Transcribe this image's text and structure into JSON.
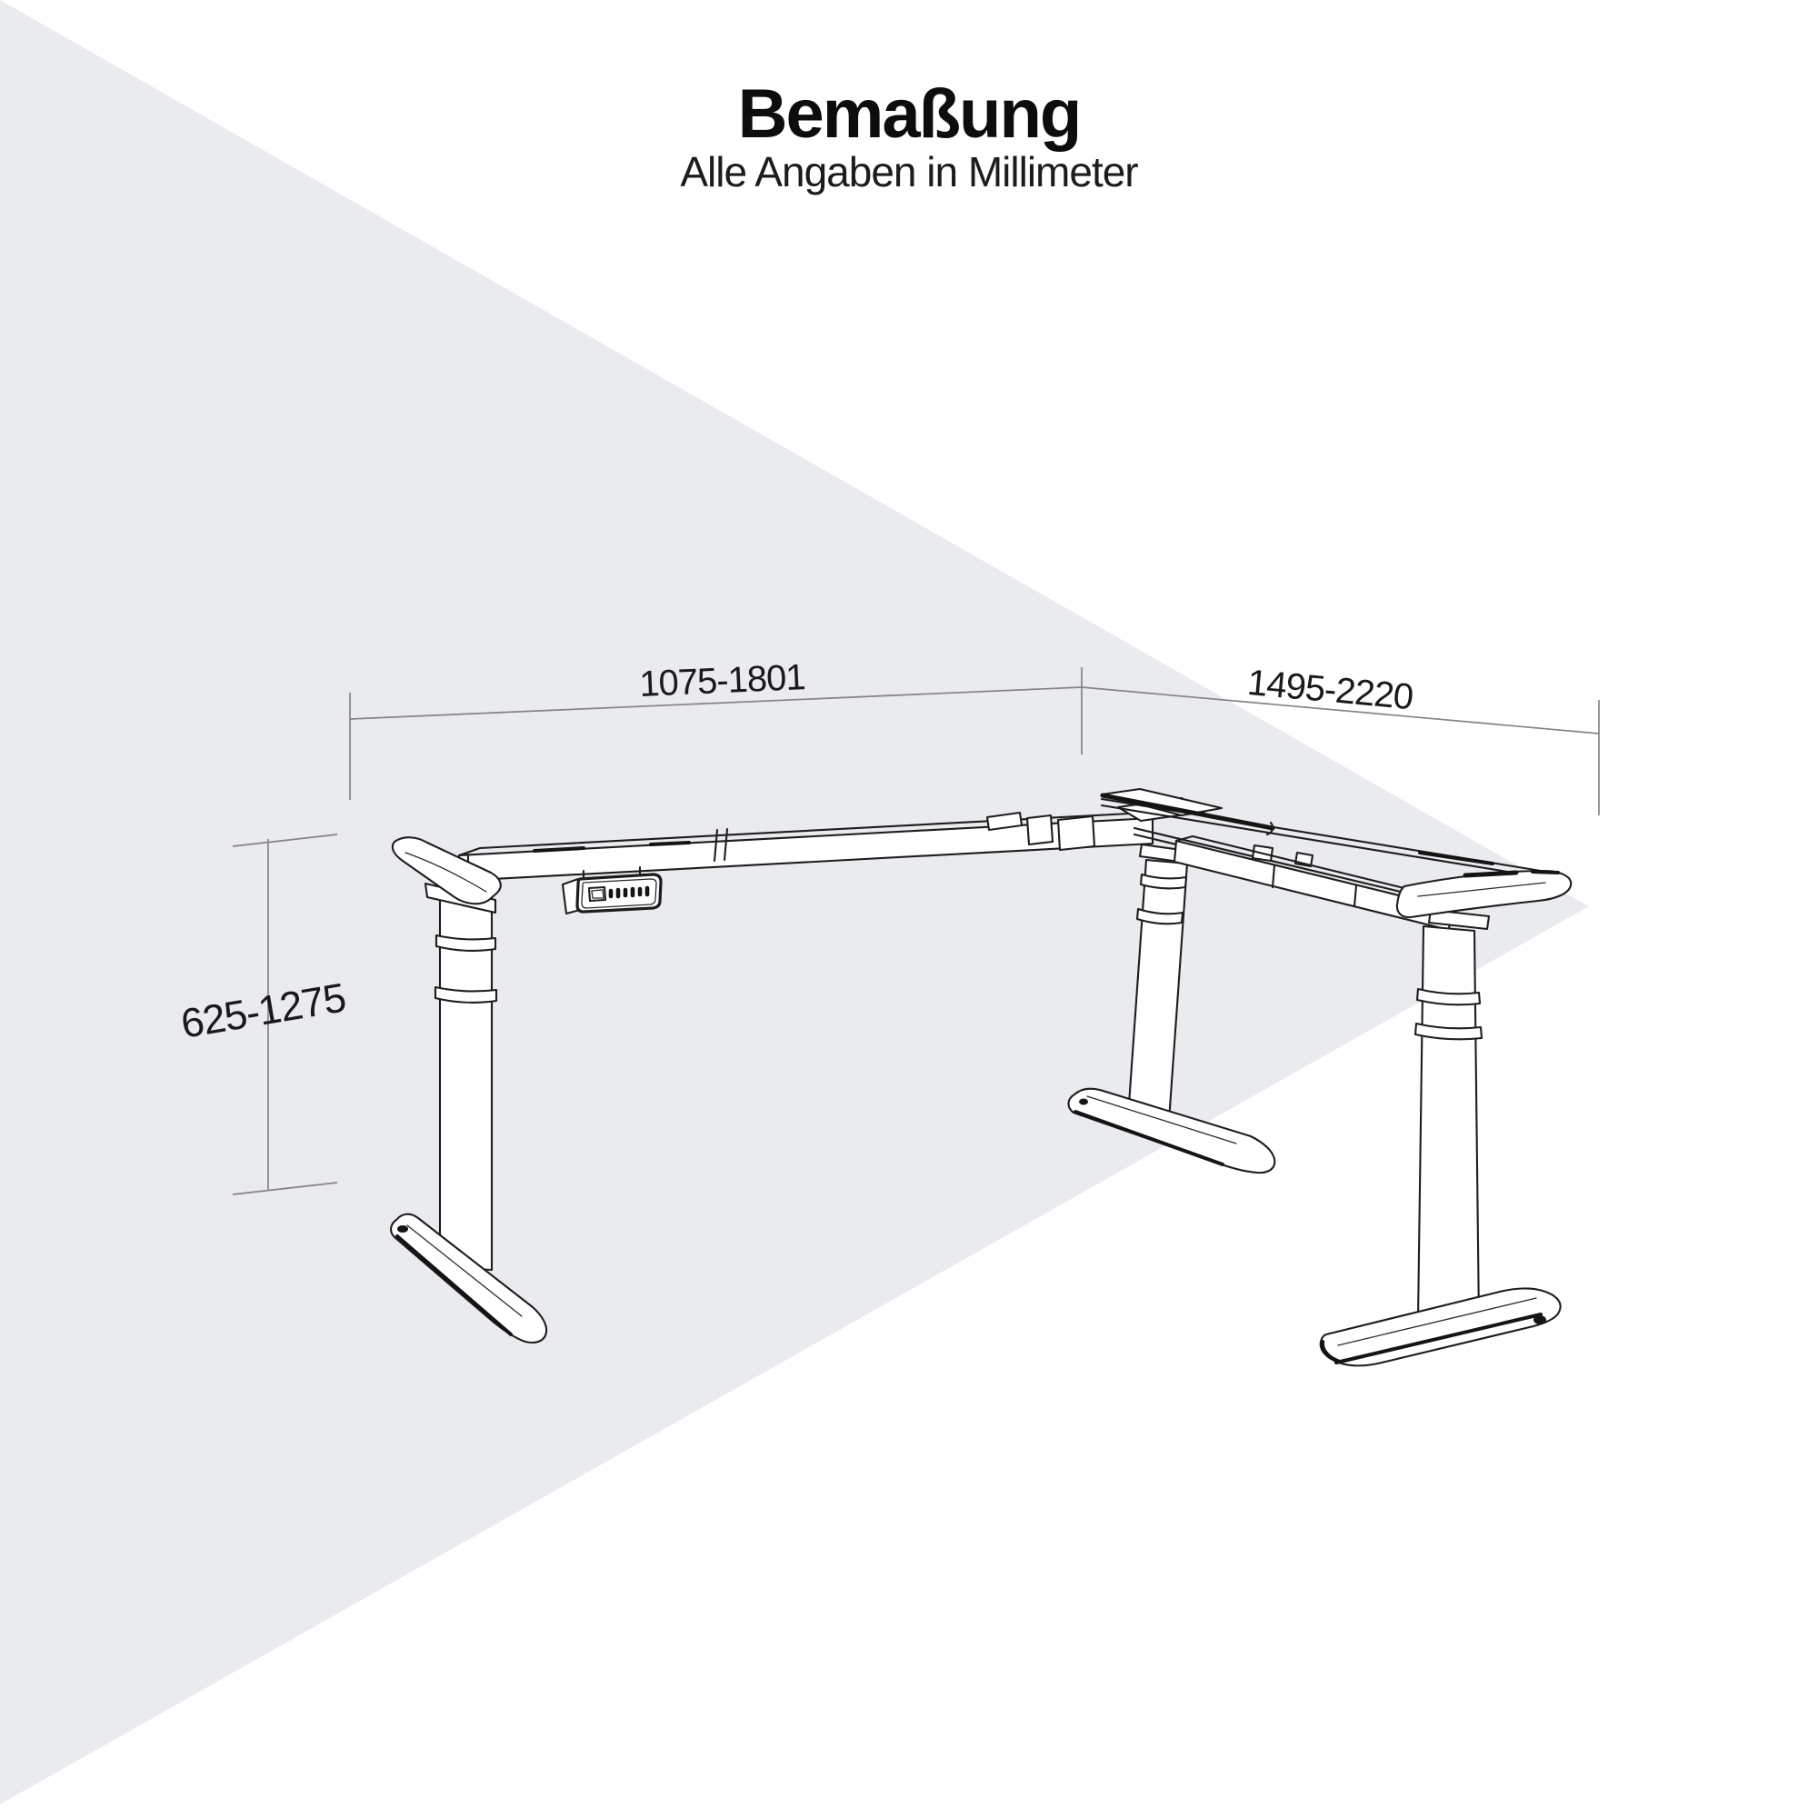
{
  "header": {
    "title": "Bemaßung",
    "subtitle": "Alle Angaben in Millimeter"
  },
  "dimension_labels": {
    "width_range": "1075-1801",
    "depth_range": "1495-2220",
    "height_range": "625-1275"
  },
  "drawing": {
    "type": "technical-dimension-diagram",
    "subject": "height-adjustable L-shaped desk frame, three telescoping legs, control pendant",
    "control_pendant": {
      "has_display": true,
      "button_count": 6
    }
  },
  "colors": {
    "background": "#ffffff",
    "wedge": "#e9ebee",
    "outline": "#1d1d1d",
    "dimension_line": "#848484",
    "label_text": "#1a1a1a"
  }
}
